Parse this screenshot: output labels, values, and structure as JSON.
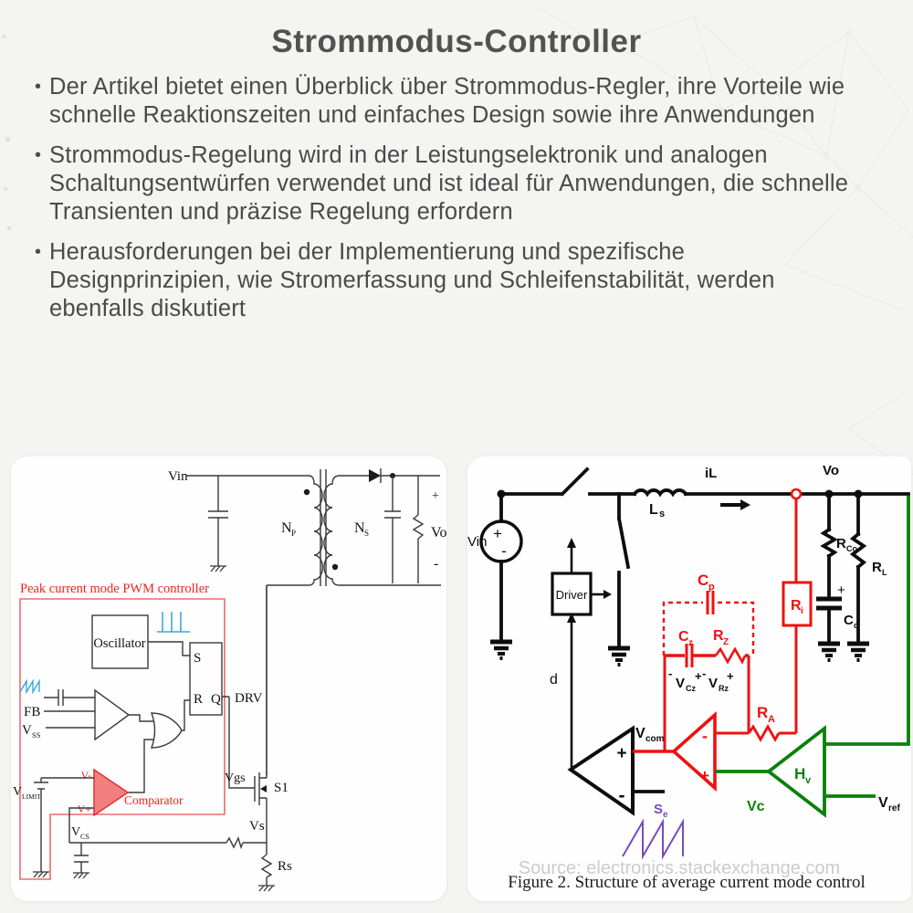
{
  "slide": {
    "title": "Strommodus-Controller",
    "bullet_char": "•",
    "bullets": [
      "Der Artikel bietet einen Überblick über Strommodus-Regler, ihre Vorteile wie schnelle Reaktionszeiten und einfaches Design sowie ihre Anwendungen",
      "Strommodus-Regelung wird in der Leistungselektronik und analogen Schaltungsentwürfen verwendet und ist ideal für Anwendungen, die schnelle Transienten und präzise Regelung erfordern",
      "Herausforderungen bei der Implementierung und spezifische Designprinzipien, wie Stromerfassung und Schleifenstabilität, werden ebenfalls diskutiert"
    ]
  },
  "peak": {
    "box_title": "Peak current mode PWM controller",
    "vin": "Vin",
    "np_main": "N",
    "np_sub": "P",
    "ns_main": "N",
    "ns_sub": "S",
    "out_plus": "+",
    "out_minus": "-",
    "vo": "Vo",
    "oscillator": "Oscillator",
    "s": "S",
    "r": "R",
    "q": "Q",
    "drv": "DRV",
    "fb": "FB",
    "vss_main": "V",
    "vss_sub": "SS",
    "vlimit_main": "V",
    "vlimit_sub": "LIMIT",
    "v_minus": "V-",
    "v_plus": "V+",
    "comparator": "Comparator",
    "vcs_main": "V",
    "vcs_sub": "CS",
    "vgs": "Vgs",
    "s1": "S1",
    "vs": "Vs",
    "rs": "Rs"
  },
  "avg": {
    "vin": "Vin",
    "src_plus": "+",
    "src_minus": "-",
    "ls_main": "L",
    "ls_sub": "s",
    "il": "iL",
    "vo": "Vo",
    "driver": "Driver",
    "d": "d",
    "rco_main": "R",
    "rco_sub": "Co",
    "co_plus": "+",
    "co_main": "C",
    "co_sub": "o",
    "rl_main": "R",
    "rl_sub": "L",
    "ri_main": "R",
    "ri_sub": "i",
    "cp_main": "C",
    "cp_sub": "p",
    "cz_main": "C",
    "cz_sub": "z",
    "rz_main": "R",
    "rz_sub": "Z",
    "vcz_minus": "-",
    "vcz_main": "V",
    "vcz_sub": "Cz",
    "vcz_plus": "+",
    "vrz_minus": "-",
    "vrz_main": "V",
    "vrz_sub": "Rz",
    "vrz_plus": "+",
    "ra_main": "R",
    "ra_sub": "A",
    "vcom_main": "V",
    "vcom_sub": "com",
    "amp_plus": "+",
    "amp_minus": "-",
    "se_main": "S",
    "se_sub": "e",
    "hv_main": "H",
    "hv_sub": "v",
    "vc": "Vc",
    "vref_main": "V",
    "vref_sub": "ref",
    "watermark": "Source: electronics.stackexchange.com",
    "caption": "Figure 2. Structure of average current mode control"
  },
  "colors": {
    "controller_box_red": "#e96b6b",
    "diagram_red": "#ee1111",
    "diagram_green": "#0b800b",
    "diagram_blue": "#3aa8dc",
    "diagram_purple": "#7a4bbf",
    "text_gray": "#4a4a4a"
  }
}
